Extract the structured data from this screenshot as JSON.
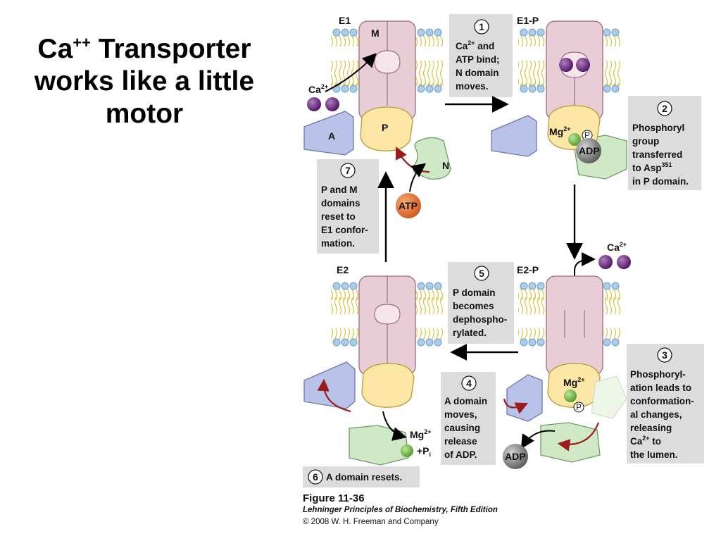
{
  "slide": {
    "title_line1": "Ca",
    "title_sup": "++",
    "title_line1_rest": " Transporter",
    "title_line2": "works like a little",
    "title_line3": "motor"
  },
  "states": {
    "e1": "E1",
    "e1p": "E1-P",
    "e2": "E2",
    "e2p": "E2-P"
  },
  "domains": {
    "m": "M",
    "a": "A",
    "p": "P",
    "n": "N"
  },
  "molecules": {
    "ca": "Ca",
    "ca_charge": "2+",
    "atp": "ATP",
    "adp": "ADP",
    "mg": "Mg",
    "mg_charge": "2+",
    "phosphate": "P",
    "pi_prefix": "+P",
    "pi_sub": "i"
  },
  "steps": [
    {
      "num": "1",
      "lines": [
        "Ca",
        "ATP bind;",
        "N domain",
        "moves."
      ]
    },
    {
      "num": "2",
      "lines": [
        "Phosphoryl",
        "group",
        "transferred",
        "to Asp",
        "in P domain."
      ],
      "asp_sup": "351"
    },
    {
      "num": "3",
      "lines": [
        "Phosphoryl-",
        "ation leads to",
        "conformation-",
        "al changes,",
        "releasing",
        "Ca",
        "the lumen."
      ]
    },
    {
      "num": "4",
      "lines": [
        "A domain",
        "moves,",
        "causing",
        "release",
        "of ADP."
      ]
    },
    {
      "num": "5",
      "lines": [
        "P domain",
        "becomes",
        "dephospho-",
        "rylated."
      ]
    },
    {
      "num": "6",
      "lines": [
        "A domain resets."
      ]
    },
    {
      "num": "7",
      "lines": [
        "P and M",
        "domains",
        "reset to",
        "E1 confor-",
        "mation."
      ]
    }
  ],
  "step1_and": " and",
  "step3_to": " to",
  "caption": {
    "figure": "Figure 11-36",
    "book": "Lehninger Principles of Biochemistry, Fifth Edition",
    "copyright": "© 2008 W. H. Freeman and Company"
  },
  "colors": {
    "m_domain": "#e9cdd6",
    "a_domain": "#b9c3ea",
    "p_domain": "#fbe6a6",
    "n_domain": "#cfe9c6",
    "calcium": "#6a2a7a",
    "atp": "#e8793a",
    "mg": "#7cc24a",
    "adp": "#7b7b7b",
    "membrane_head": "#a9cdea",
    "lipid_tail": "#e9e38a",
    "step_box": "#dcdcdc",
    "arrow_red": "#9b1c1c"
  }
}
